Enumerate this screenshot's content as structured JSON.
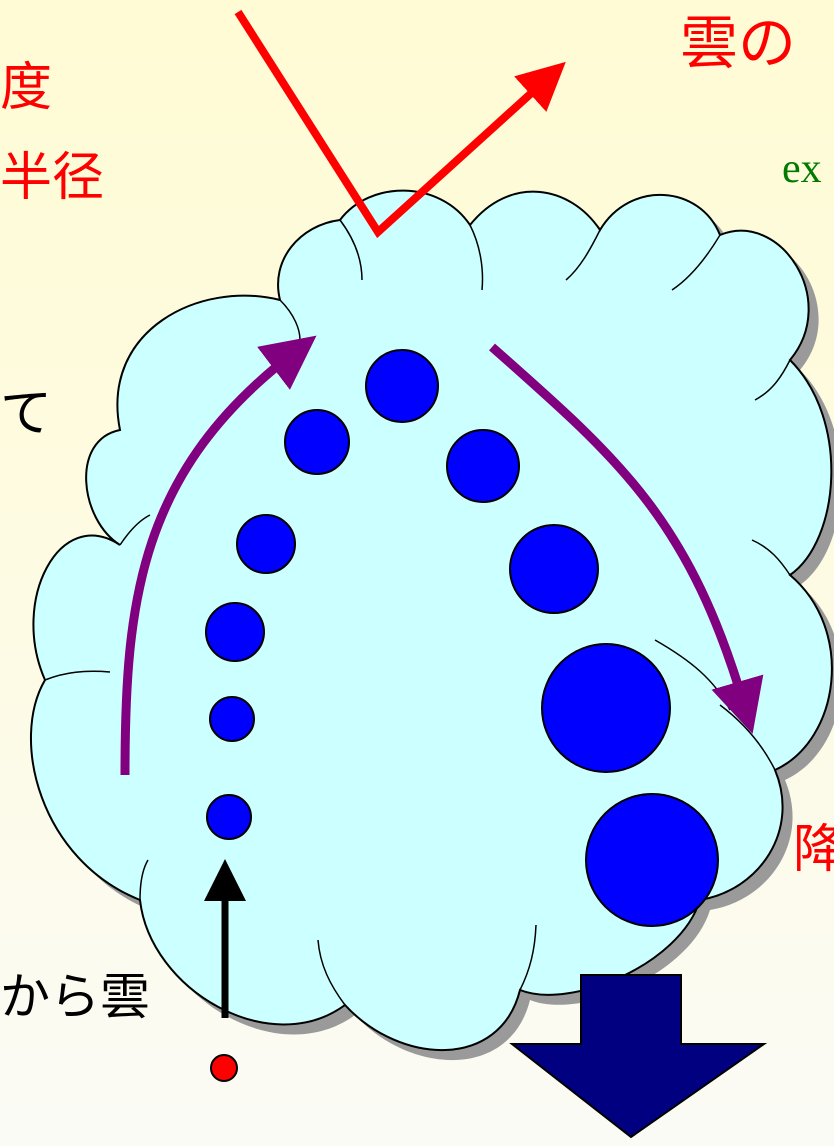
{
  "labels": {
    "top_left_1": "度",
    "top_left_2": "半径",
    "mid_left": "て",
    "bottom_left": "から雲",
    "top_right_red": "雲の",
    "top_right_green": "ex",
    "right_red": "降"
  },
  "colors": {
    "cloud_fill": "#ccffff",
    "cloud_shadow": "#9a9a9a",
    "droplet": "#0000ff",
    "incoming_light": "#ff0000",
    "updraft_arrow": "#800080",
    "nucleus": "#ff0000",
    "fall_arrow": "#000080"
  }
}
